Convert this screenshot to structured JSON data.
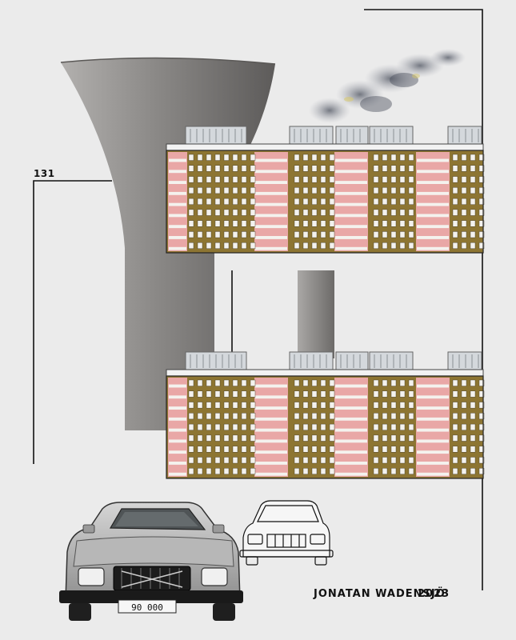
{
  "artwork": {
    "number_label": "131",
    "signature": "JONATAN WADENSJÖ",
    "year": "2023",
    "car_plate": "90 000",
    "colors": {
      "paper": "#ebebeb",
      "facade_olive": "#8d7532",
      "panel_pink": "#e9a7a6",
      "window_white": "#f4f2ee",
      "concrete": "#8f8d8b",
      "line": "#111111"
    }
  }
}
